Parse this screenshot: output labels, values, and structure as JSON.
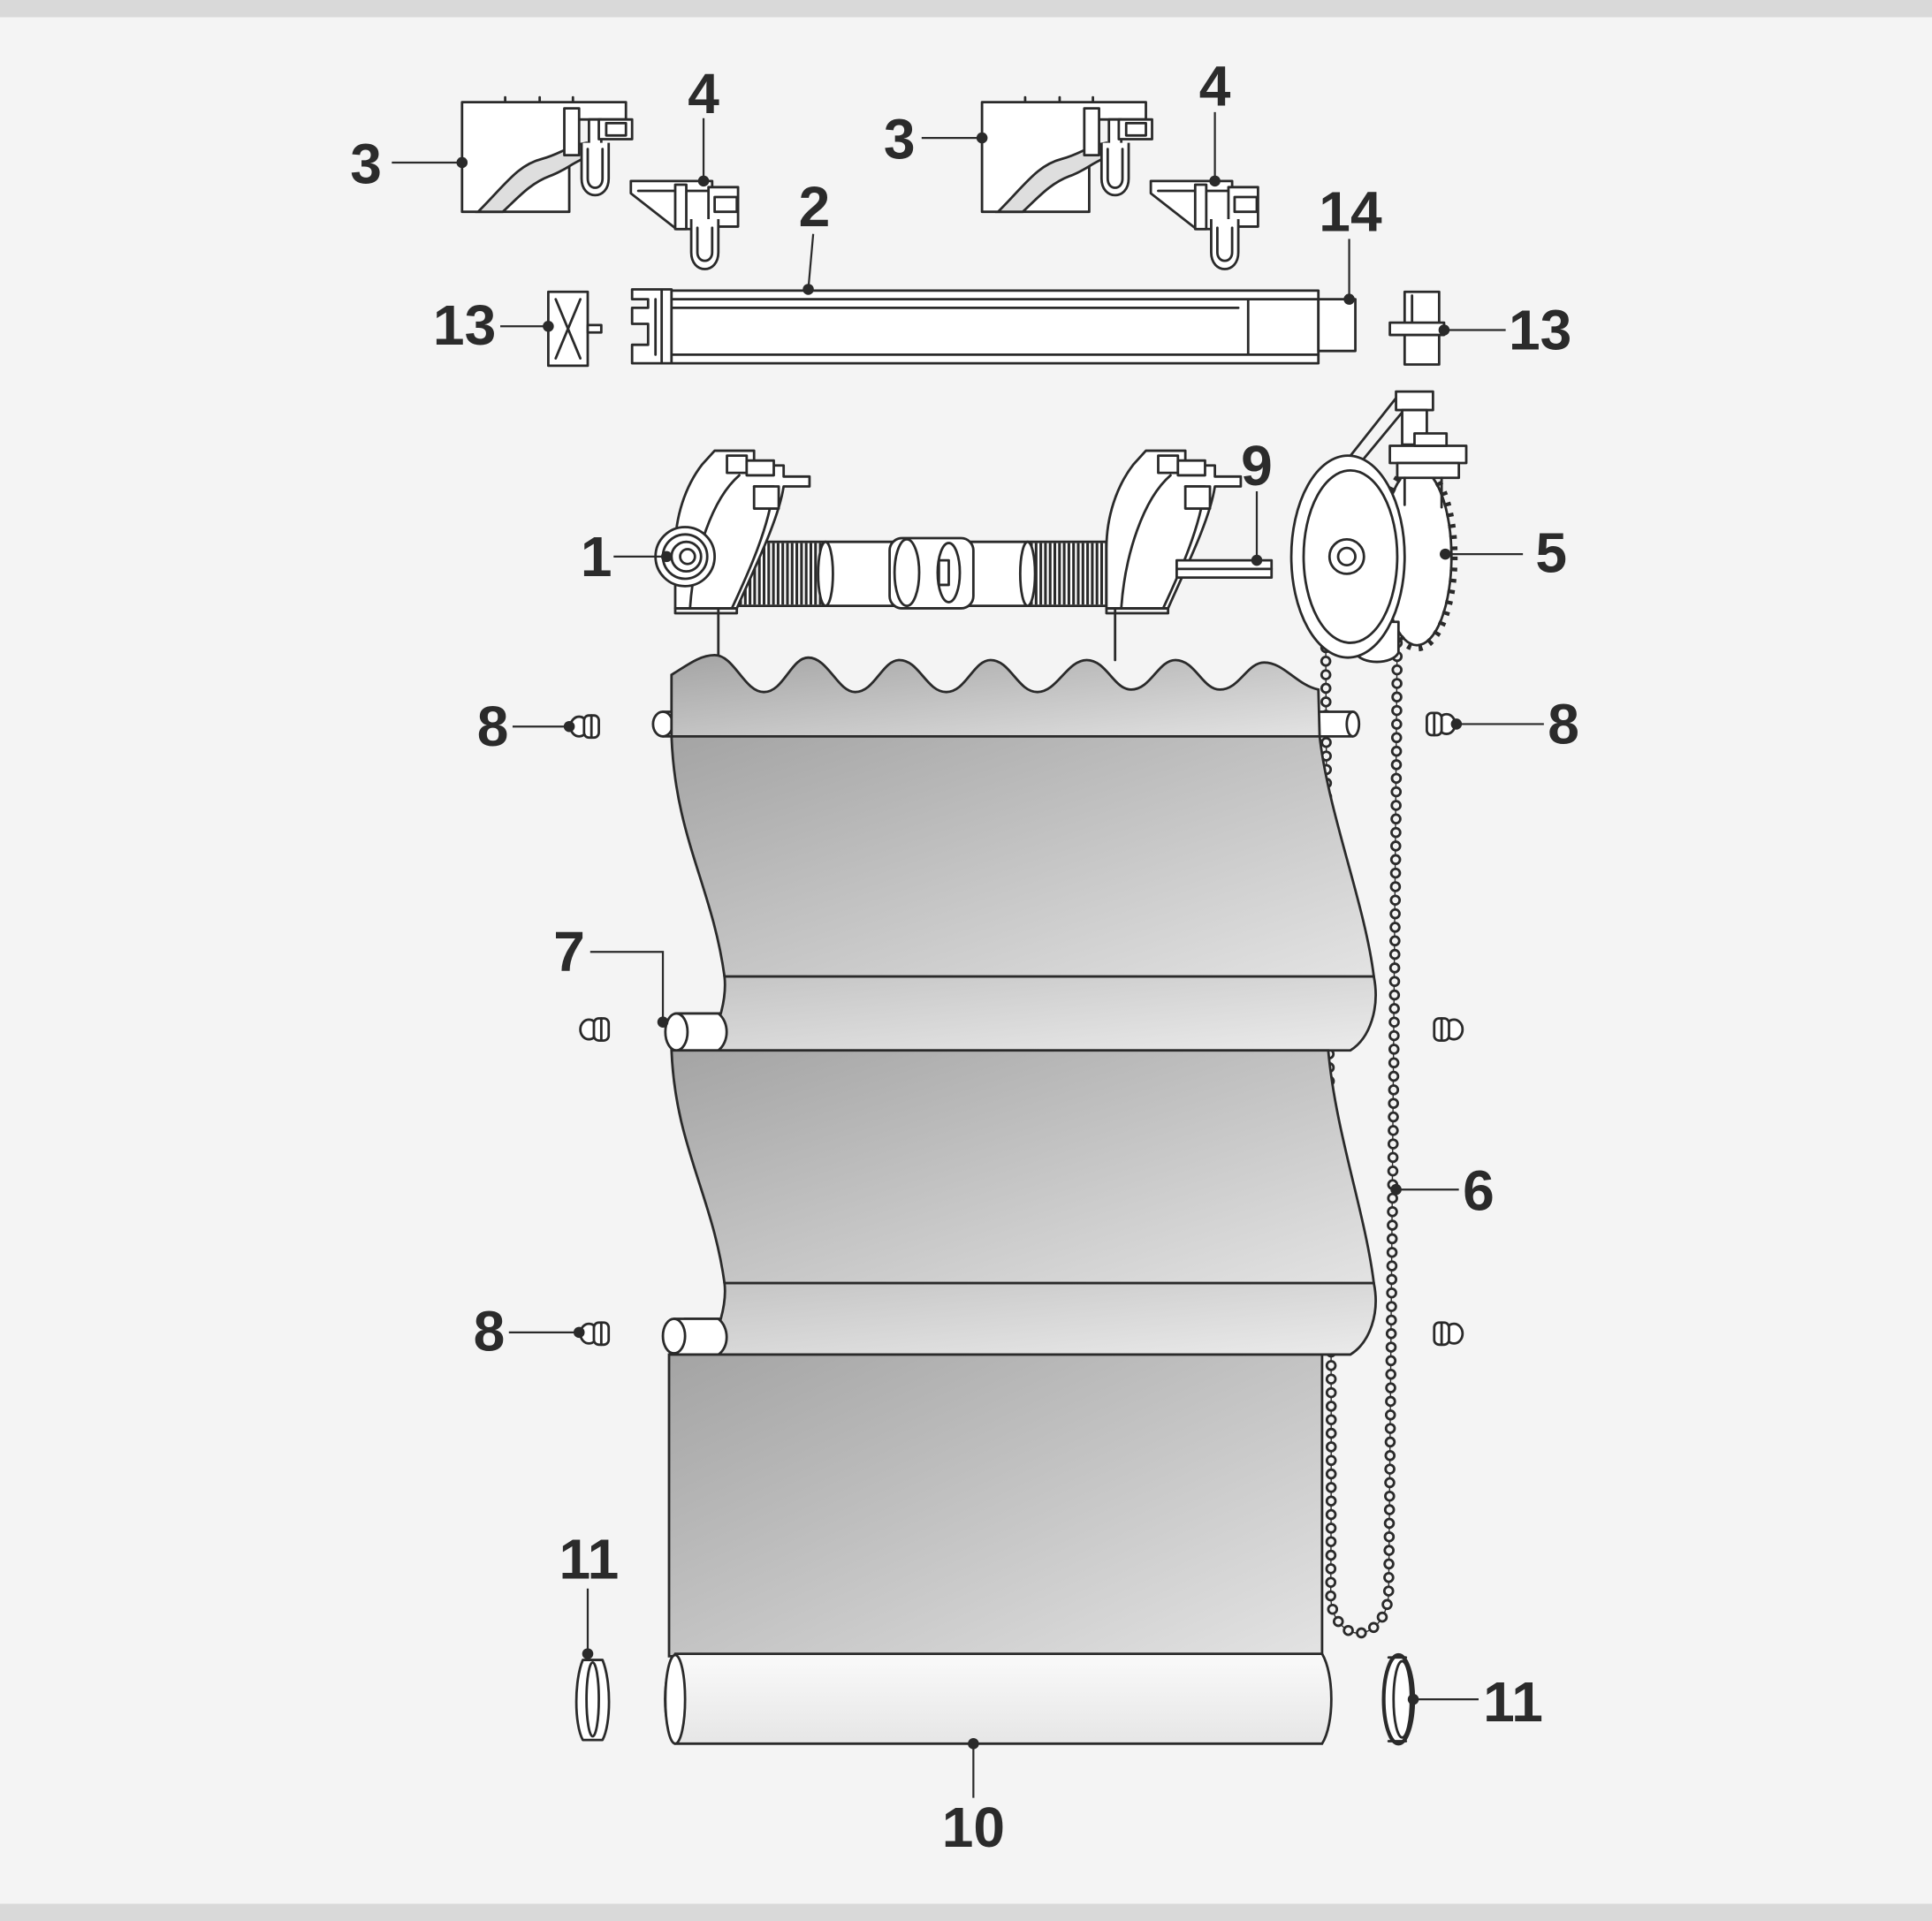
{
  "callouts": [
    "3",
    "4",
    "3",
    "4",
    "2",
    "14",
    "13",
    "13",
    "9",
    "1",
    "5",
    "8",
    "8",
    "7",
    "6",
    "8",
    "11",
    "11",
    "10"
  ],
  "colors": {
    "background": "#f4f4f4",
    "frame_strip": "#d9d9d9",
    "line": "#2a2a2a",
    "fabric_dark": "#a4a4a4",
    "fabric_light": "#e3e3e3",
    "fold_dark": "#c4c4c4",
    "fold_light": "#ebebeb"
  }
}
